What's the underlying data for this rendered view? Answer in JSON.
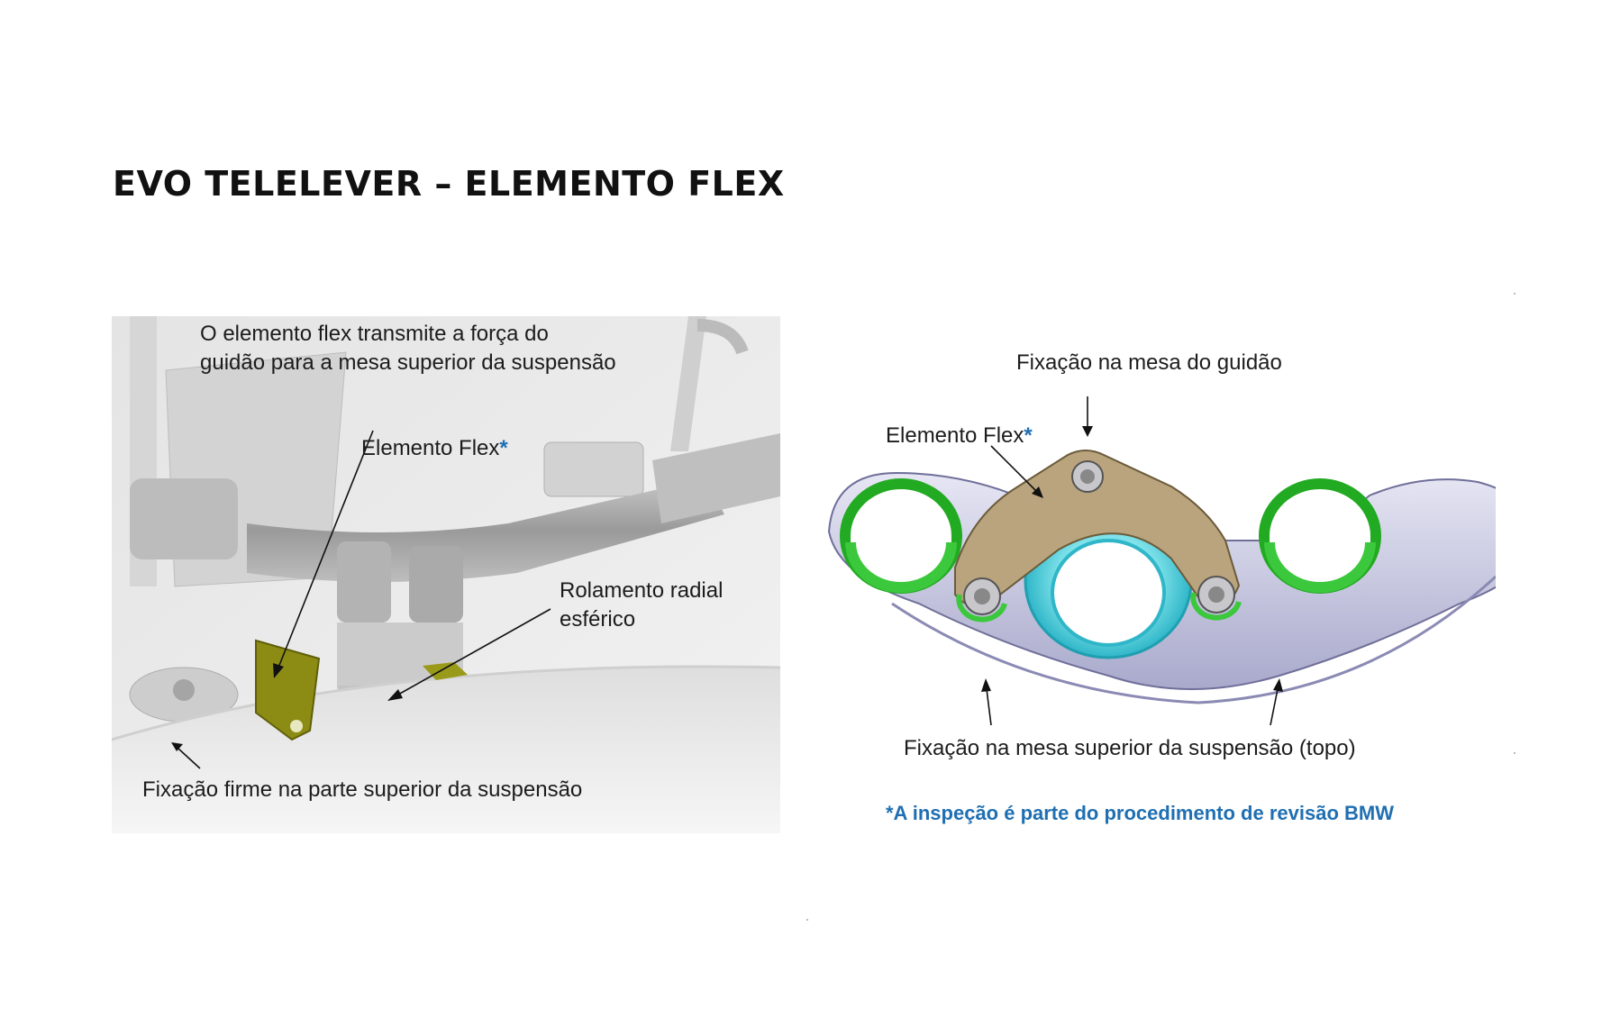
{
  "slide": {
    "title": "EVO TELELEVER – ELEMENTO FLEX"
  },
  "left_panel": {
    "label_transmit_line1": "O elemento flex transmite a força do",
    "label_transmit_line2": "guidão para a mesa superior da suspensão",
    "label_flex": "Elemento Flex",
    "label_flex_asterisk": "*",
    "label_bearing_line1": "Rolamento radial",
    "label_bearing_line2": "esférico",
    "label_fixation": "Fixação firme na parte superior da suspensão"
  },
  "right_panel": {
    "label_handlebar_mount": "Fixação na mesa do guidão",
    "label_flex": "Elemento Flex",
    "label_flex_asterisk": "*",
    "label_top_mount": "Fixação na mesa superior da suspensão (topo)",
    "footnote": "*A inspeção é parte do procedimento de revisão BMW"
  },
  "colors": {
    "accent_blue": "#1f6fb2",
    "flex_element_left": "#8c8c14",
    "flex_element_right": "#b9a47e",
    "clamp_green": "#3cc83c",
    "bearing_cyan": "#3ec8d8",
    "bridge_lavender": "#c9c9e6"
  }
}
